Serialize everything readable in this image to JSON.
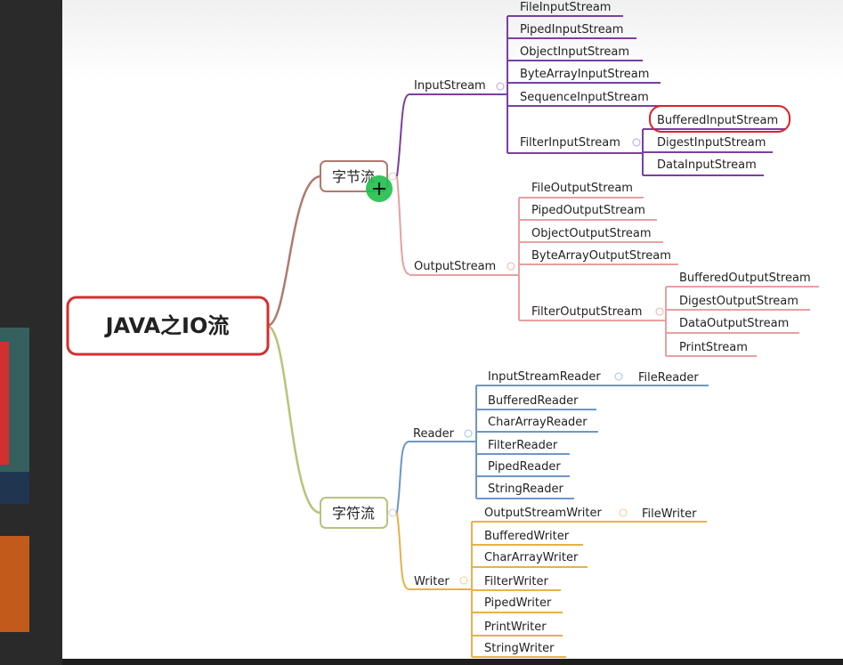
{
  "root": {
    "label": "JAVA之IO流"
  },
  "colors": {
    "root_border": "#d32f2f",
    "byte_branch": "#b07a6e",
    "char_branch": "#b7c47a",
    "input_stream": "#7a3fa1",
    "output_stream": "#e8a0a0",
    "reader": "#6f96c8",
    "writer": "#e8b04a",
    "highlight": "#e0202a",
    "cursor": "#1fbf4a"
  },
  "byte_stream": {
    "label": "字节流",
    "input": {
      "label": "InputStream",
      "children": [
        "FileInputStream",
        "PipedInputStream",
        "ObjectInputStream",
        "ByteArrayInputStream",
        "SequenceInputStream",
        "FilterInputStream"
      ],
      "filter_children": [
        "BufferedInputStream",
        "DigestInputStream",
        "DataInputStream"
      ],
      "highlighted": "BufferedInputStream"
    },
    "output": {
      "label": "OutputStream",
      "children": [
        "FileOutputStream",
        "PipedOutputStream",
        "ObjectOutputStream",
        "ByteArrayOutputStream",
        "FilterOutputStream"
      ],
      "filter_children": [
        "BufferedOutputStream",
        "DigestOutputStream",
        "DataOutputStream",
        "PrintStream"
      ]
    }
  },
  "char_stream": {
    "label": "字符流",
    "reader": {
      "label": "Reader",
      "children": [
        "InputStreamReader",
        "BufferedReader",
        "CharArrayReader",
        "FilterReader",
        "PipedReader",
        "StringReader"
      ],
      "bridge_child": "FileReader"
    },
    "writer": {
      "label": "Writer",
      "children": [
        "OutputStreamWriter",
        "BufferedWriter",
        "CharArrayWriter",
        "FilterWriter",
        "PipedWriter",
        "PrintWriter",
        "StringWriter"
      ],
      "bridge_child": "FileWriter"
    }
  }
}
